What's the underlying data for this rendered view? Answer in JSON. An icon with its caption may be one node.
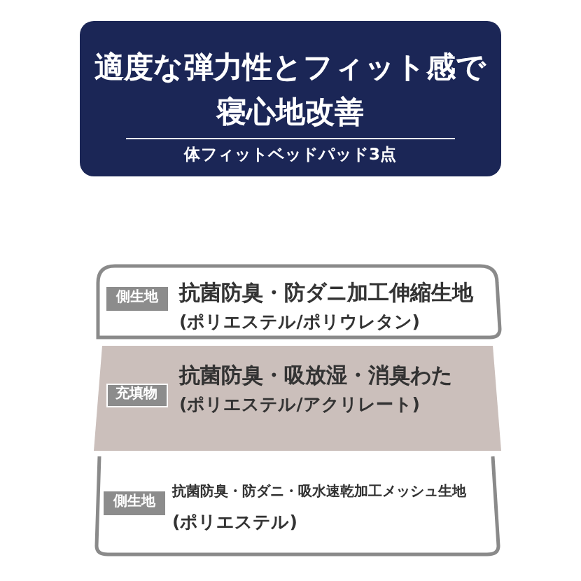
{
  "diagram": {
    "nodes": [
      {
        "text": [
          "適度な弾力性とフィット感で寝心地改善",
          "体フィットベッドパッド3点"
        ]
      },
      {
        "text": [
          "抗菌防臭・防ダニ加工伸縮生地",
          "(ポリエステル/ポリウレタン)"
        ]
      },
      {
        "text": [
          "側生地"
        ],
        "in": 1
      },
      {
        "text": [
          "抗菌防臭・吸放湿・消臭わた",
          "(ポリエステル/アクリレート)"
        ]
      },
      {
        "text": [
          "充填物"
        ],
        "in": 3
      },
      {
        "text": [
          "抗菌防臭・防ダニ・吸水速乾加工メッシュ生地",
          "(ポリエステル)"
        ]
      },
      {
        "text": [
          "側生地"
        ],
        "in": 5
      }
    ]
  }
}
